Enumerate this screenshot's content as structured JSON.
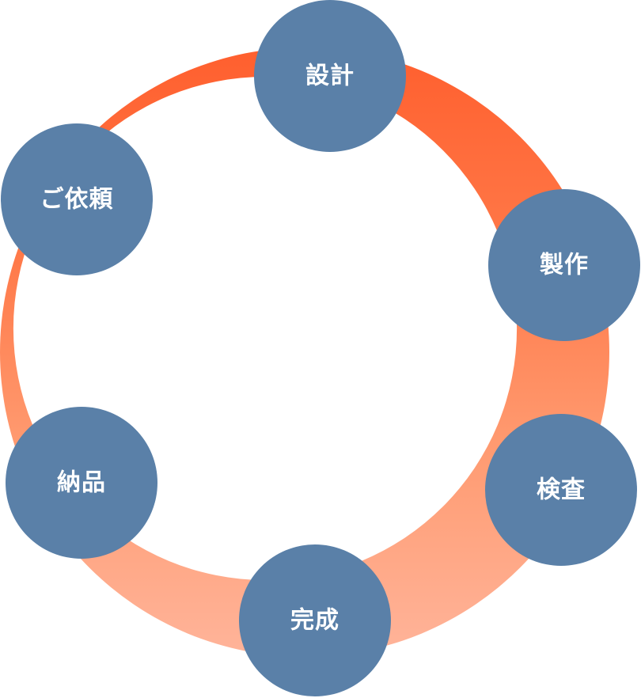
{
  "diagram": {
    "type": "cycle",
    "colors": {
      "ring_gradient": [
        "#ff5f2e",
        "#ff7a4a",
        "#ff9a70",
        "#ffb49a"
      ],
      "node_fill": "#5a80a8",
      "label_text": "#ffffff"
    },
    "steps": [
      {
        "id": "design",
        "label": "設計"
      },
      {
        "id": "production",
        "label": "製作"
      },
      {
        "id": "inspection",
        "label": "検査"
      },
      {
        "id": "completion",
        "label": "完成"
      },
      {
        "id": "delivery",
        "label": "納品"
      },
      {
        "id": "request",
        "label": "ご依頼"
      }
    ]
  }
}
